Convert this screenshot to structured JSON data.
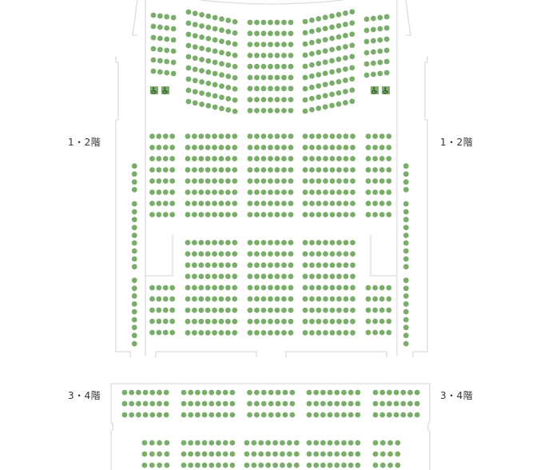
{
  "labels": {
    "floor_12_left": "1・2階",
    "floor_12_right": "1・2階",
    "floor_34_left": "3・4階",
    "floor_34_right": "3・4階"
  },
  "colors": {
    "seat": "#7aad6a",
    "wheelchair_bg": "#7aad6a",
    "wall": "#dcdcdc"
  },
  "icons": {
    "wheelchair": "wheelchair-space-icon"
  },
  "sections": [
    {
      "name": "front-far-left",
      "rows": 6,
      "cols": 4
    },
    {
      "name": "front-left",
      "rows": 9,
      "cols": 8
    },
    {
      "name": "front-center",
      "rows": 9,
      "cols": 7
    },
    {
      "name": "front-right",
      "rows": 9,
      "cols": 8
    },
    {
      "name": "front-far-right",
      "rows": 6,
      "cols": 4
    },
    {
      "name": "middle-far-left",
      "rows": 8,
      "cols": 4
    },
    {
      "name": "middle-left",
      "rows": 8,
      "cols": 8
    },
    {
      "name": "middle-center",
      "rows": 8,
      "cols": 7
    },
    {
      "name": "middle-right",
      "rows": 8,
      "cols": 8
    },
    {
      "name": "middle-far-right",
      "rows": 8,
      "cols": 4
    },
    {
      "name": "rear-left",
      "rows": 9,
      "cols": 8
    },
    {
      "name": "rear-center",
      "rows": 9,
      "cols": 7
    },
    {
      "name": "rear-right",
      "rows": 9,
      "cols": 8
    },
    {
      "name": "rear-far-left",
      "rows": 5,
      "cols": 4
    },
    {
      "name": "rear-far-right",
      "rows": 5,
      "cols": 4
    },
    {
      "name": "side-left",
      "rows": 22,
      "cols": 1
    },
    {
      "name": "side-right",
      "rows": 22,
      "cols": 1
    },
    {
      "name": "upper-front-1",
      "rows": 3,
      "cols": 7
    },
    {
      "name": "upper-front-2",
      "rows": 3,
      "cols": 8
    },
    {
      "name": "upper-front-3",
      "rows": 3,
      "cols": 7
    },
    {
      "name": "upper-front-4",
      "rows": 3,
      "cols": 8
    },
    {
      "name": "upper-front-5",
      "rows": 3,
      "cols": 7
    },
    {
      "name": "upper-rear-1",
      "rows": 3,
      "cols": 4
    },
    {
      "name": "upper-rear-2",
      "rows": 3,
      "cols": 8
    },
    {
      "name": "upper-rear-3",
      "rows": 3,
      "cols": 8
    },
    {
      "name": "upper-rear-4",
      "rows": 3,
      "cols": 8
    },
    {
      "name": "upper-rear-5",
      "rows": 3,
      "cols": 4
    }
  ],
  "wheelchair_spaces": 4
}
